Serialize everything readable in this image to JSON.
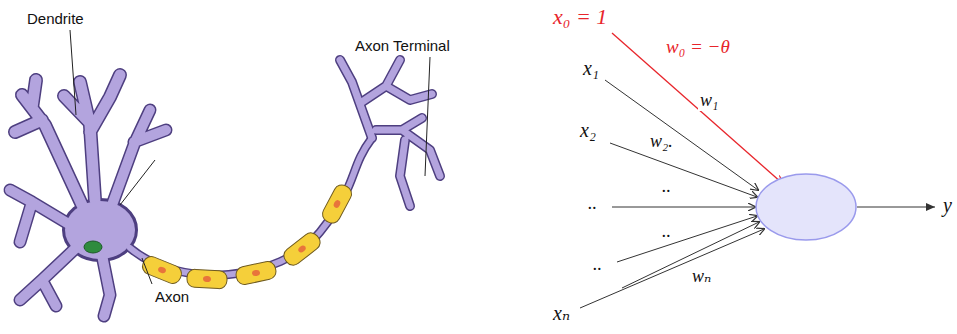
{
  "diagram": {
    "labels": [
      "Dendrite",
      "Axon Terminal",
      "Axon",
      "x₀ = 1",
      "w₀ = −θ",
      "x₁",
      "w₁",
      "x₂",
      "w₂.",
      "..",
      "..",
      "..",
      "..",
      "wₙ",
      "xₙ",
      "y"
    ]
  }
}
